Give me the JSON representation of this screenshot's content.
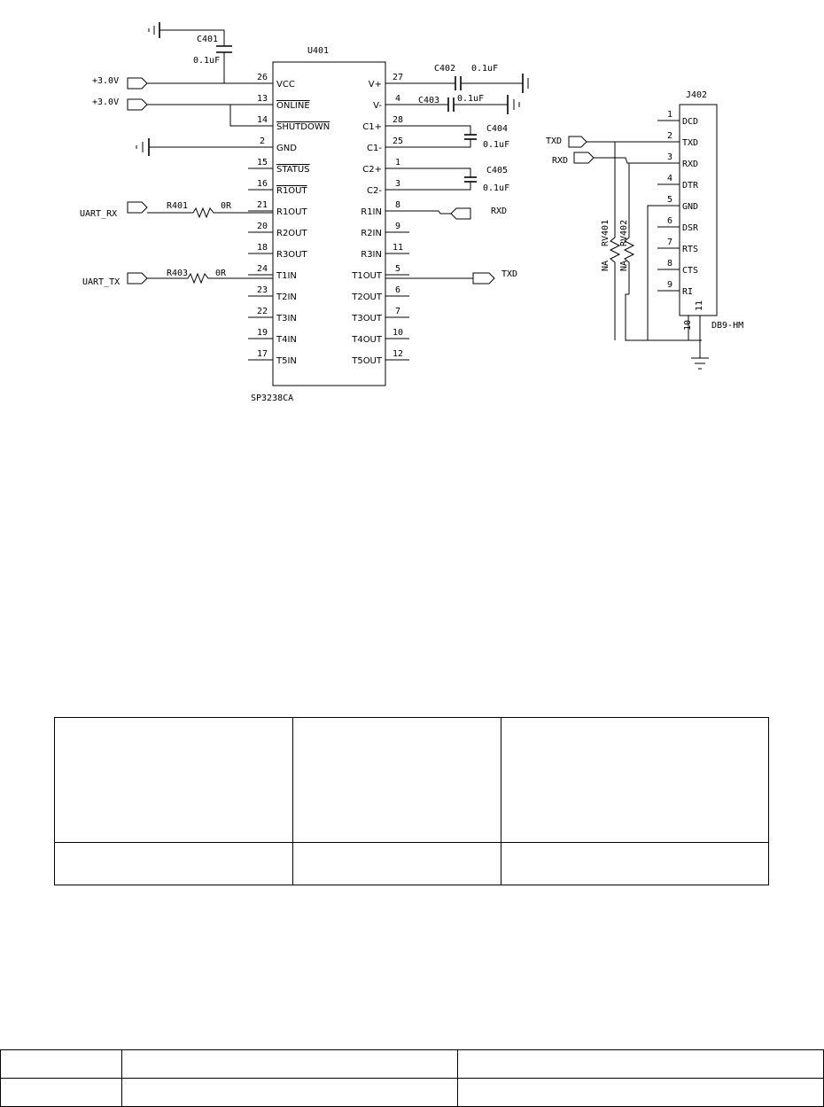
{
  "chip": {
    "ref": "U401",
    "part": "SP3238CA",
    "left_pins": [
      {
        "num": "26",
        "name": "VCC",
        "overline": false
      },
      {
        "num": "13",
        "name": "ONLINE",
        "overline": true
      },
      {
        "num": "14",
        "name": "SHUTDOWN",
        "overline": true
      },
      {
        "num": "2",
        "name": "GND",
        "overline": false
      },
      {
        "num": "15",
        "name": "STATUS",
        "overline": true
      },
      {
        "num": "16",
        "name": "R1OUT",
        "overline": true
      },
      {
        "num": "21",
        "name": "R1OUT",
        "overline": false
      },
      {
        "num": "20",
        "name": "R2OUT",
        "overline": false
      },
      {
        "num": "18",
        "name": "R3OUT",
        "overline": false
      },
      {
        "num": "24",
        "name": "T1IN",
        "overline": false
      },
      {
        "num": "23",
        "name": "T2IN",
        "overline": false
      },
      {
        "num": "22",
        "name": "T3IN",
        "overline": false
      },
      {
        "num": "19",
        "name": "T4IN",
        "overline": false
      },
      {
        "num": "17",
        "name": "T5IN",
        "overline": false
      }
    ],
    "right_pins": [
      {
        "num": "27",
        "name": "V+"
      },
      {
        "num": "4",
        "name": "V-"
      },
      {
        "num": "28",
        "name": "C1+"
      },
      {
        "num": "25",
        "name": "C1-"
      },
      {
        "num": "1",
        "name": "C2+"
      },
      {
        "num": "3",
        "name": "C2-"
      },
      {
        "num": "8",
        "name": "R1IN"
      },
      {
        "num": "9",
        "name": "R2IN"
      },
      {
        "num": "11",
        "name": "R3IN"
      },
      {
        "num": "5",
        "name": "T1OUT"
      },
      {
        "num": "6",
        "name": "T2OUT"
      },
      {
        "num": "7",
        "name": "T3OUT"
      },
      {
        "num": "10",
        "name": "T4OUT"
      },
      {
        "num": "12",
        "name": "T5OUT"
      }
    ]
  },
  "capacitors": [
    {
      "ref": "C401",
      "value": "0.1uF"
    },
    {
      "ref": "C402",
      "value": "0.1uF"
    },
    {
      "ref": "C403",
      "value": "0.1uF"
    },
    {
      "ref": "C404",
      "value": "0.1uF"
    },
    {
      "ref": "C405",
      "value": "0.1uF"
    }
  ],
  "resistors": [
    {
      "ref": "R401",
      "value": "0R"
    },
    {
      "ref": "R403",
      "value": "0R"
    }
  ],
  "ports": {
    "vcc1": "+3.0V",
    "vcc2": "+3.0V",
    "uart_rx": "UART_RX",
    "uart_tx": "UART_TX",
    "rxd_out": "RXD",
    "txd_out": "TXD",
    "txd_in": "TXD",
    "rxd_in": "RXD"
  },
  "varistors": [
    {
      "ref": "RV401",
      "value": "NA"
    },
    {
      "ref": "RV402",
      "value": "NA"
    }
  ],
  "connector": {
    "ref": "J402",
    "part": "DB9-HM",
    "pins": [
      {
        "num": "1",
        "name": "DCD"
      },
      {
        "num": "2",
        "name": "TXD"
      },
      {
        "num": "3",
        "name": "RXD"
      },
      {
        "num": "4",
        "name": "DTR"
      },
      {
        "num": "5",
        "name": "GND"
      },
      {
        "num": "6",
        "name": "DSR"
      },
      {
        "num": "7",
        "name": "RTS"
      },
      {
        "num": "8",
        "name": "CTS"
      },
      {
        "num": "9",
        "name": "RI"
      }
    ],
    "shield_pins": [
      "10",
      "11"
    ]
  }
}
